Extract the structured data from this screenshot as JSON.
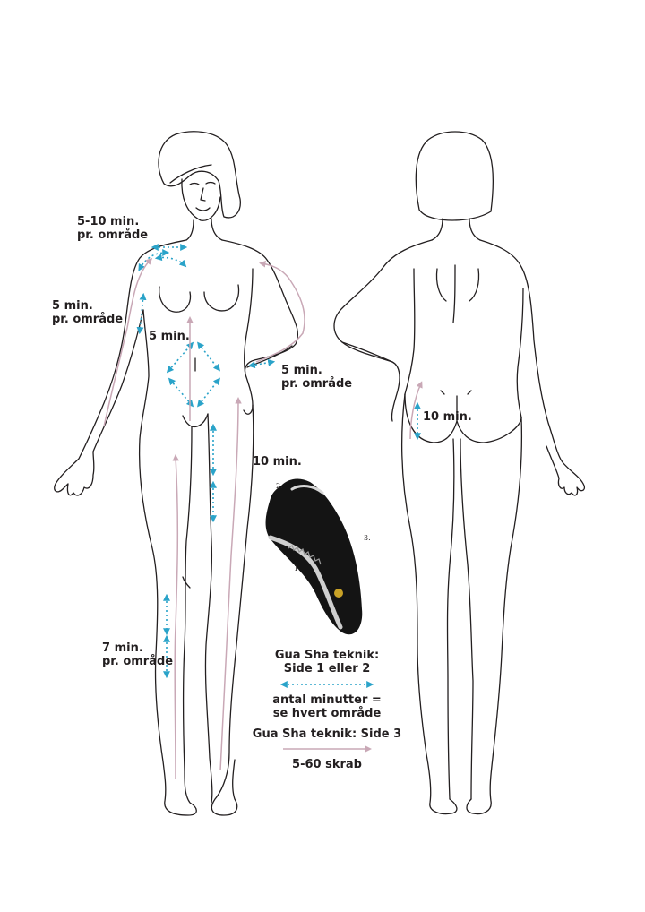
{
  "labels": {
    "shoulder_time": "5-10  min.",
    "shoulder_area": "pr. område",
    "arm_time": "5 min.",
    "arm_area": "pr. område",
    "belly_time": "5 min.",
    "hand_time": "5 min.",
    "hand_area": "pr. område",
    "leg_time": "10 min.",
    "shin_time": "7 min.",
    "shin_area": "pr. område",
    "hip_time": "10 min."
  },
  "tool": {
    "side_1": "1.",
    "side_2": "2.",
    "side_3": "3."
  },
  "legend": {
    "technique_a_line1": "Gua Sha teknik:",
    "technique_a_line2": "Side 1 eller 2",
    "minutes_line1": "antal minutter =",
    "minutes_line2": "se hvert område",
    "technique_b": "Gua Sha teknik: Side 3",
    "strokes": "5-60 skrab"
  },
  "colors": {
    "outline": "#231f20",
    "dotted_arrow": "#2aa3c9",
    "solid_arrow": "#c9a8b6",
    "tool_stone": "#141414"
  }
}
